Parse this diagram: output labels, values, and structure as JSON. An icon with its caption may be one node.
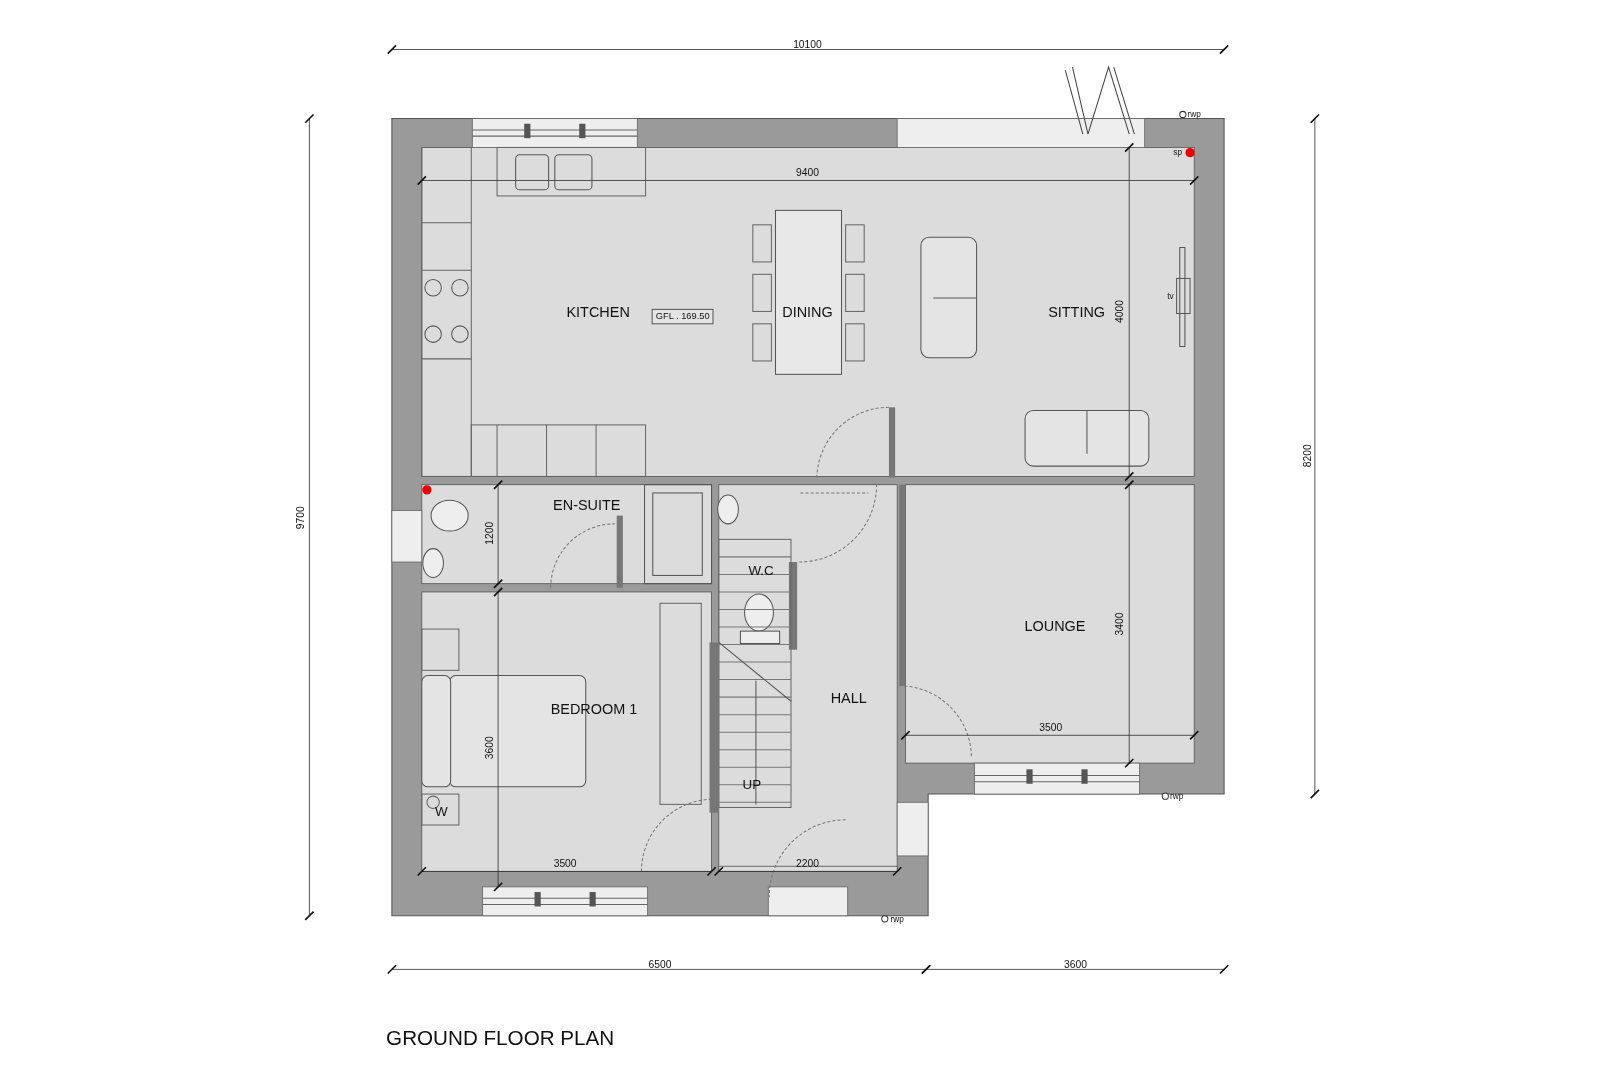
{
  "diagram": {
    "title": "GROUND FLOOR PLAN",
    "nodes": [
      {
        "text": [
          "GFL . 169.50"
        ]
      }
    ],
    "edges": [],
    "labels": [
      "10100",
      "9400",
      "rwp",
      "sp",
      "KITCHEN",
      "DINING",
      "SITTING",
      "4000",
      "tv",
      "9700",
      "8200",
      "EN-SUITE",
      "1200",
      "W.C",
      "LOUNGE",
      "3400",
      "BEDROOM 1",
      "HALL",
      "3600",
      "3500",
      "UP",
      "W",
      "rwp",
      "3500",
      "2200",
      "rwp",
      "6500",
      "3600"
    ]
  }
}
